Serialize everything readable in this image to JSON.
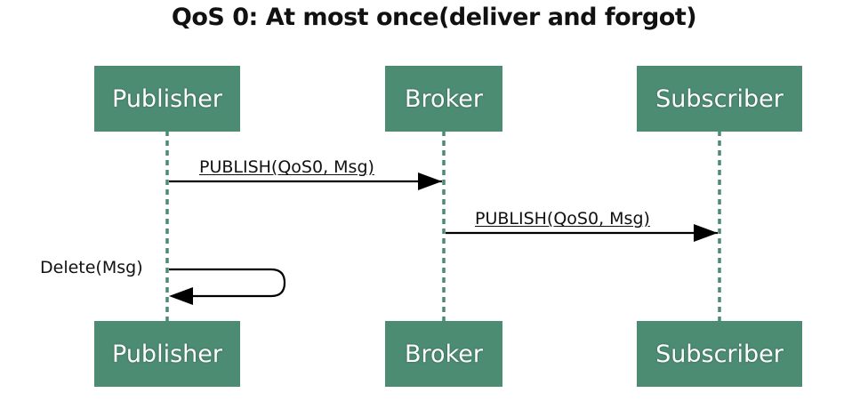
{
  "title": "QoS 0: At most once(deliver and forgot)",
  "colors": {
    "actor_fill": "#4c8c72",
    "lifeline": "#4c8c72",
    "arrow": "#000000",
    "text": "#111111"
  },
  "actors_top": [
    {
      "label": "Publisher"
    },
    {
      "label": "Broker"
    },
    {
      "label": "Subscriber"
    }
  ],
  "actors_bottom": [
    {
      "label": "Publisher"
    },
    {
      "label": "Broker"
    },
    {
      "label": "Subscriber"
    }
  ],
  "messages": [
    {
      "label": "PUBLISH(QoS0, Msg)",
      "from": "Publisher",
      "to": "Broker"
    },
    {
      "label": "PUBLISH(QoS0, Msg)",
      "from": "Broker",
      "to": "Subscriber"
    }
  ],
  "self_message": {
    "label": "Delete(Msg)",
    "actor": "Publisher"
  }
}
